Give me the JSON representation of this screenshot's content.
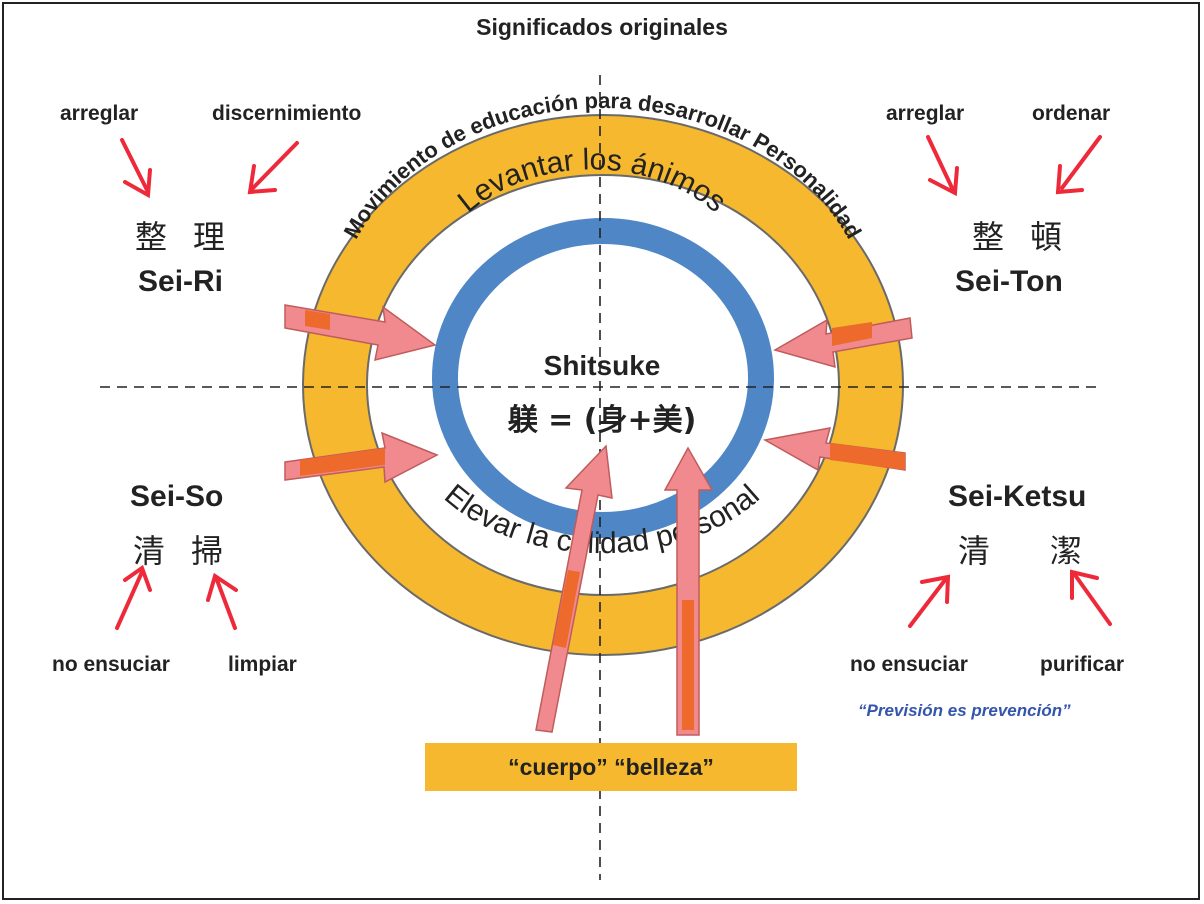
{
  "title": "Significados originales",
  "outer_ring_text": "Movimiento de educación para desarrollar Personalidad",
  "inner_top_text": "Levantar los ánimos",
  "inner_bottom_text": "Elevar la calidad personal",
  "center": {
    "label": "Shitsuke",
    "formula": "躾 = (身+美)"
  },
  "quadrants": {
    "seiri": {
      "name": "Sei-Ri",
      "kanji": "整理",
      "word1": "arreglar",
      "word2": "discernimiento"
    },
    "seiton": {
      "name": "Sei-Ton",
      "kanji": "整頓",
      "word1": "arreglar",
      "word2": "ordenar"
    },
    "seiso": {
      "name": "Sei-So",
      "kanji": "清掃",
      "word1": "no ensuciar",
      "word2": "limpiar"
    },
    "seiketsu": {
      "name": "Sei-Ketsu",
      "kanji": "清潔",
      "word1": "no ensuciar",
      "word2": "purificar",
      "motto": "“Previsión es prevención”"
    }
  },
  "bottom_box": "“cuerpo”  “belleza”",
  "colors": {
    "ring_outer": "#f5b82e",
    "ring_blue": "#4f86c6",
    "arrow_pink": "#f08a8e",
    "arrow_orange": "#ee6a2c",
    "red_arrow": "#ee2a3a",
    "motto": "#3355aa"
  }
}
